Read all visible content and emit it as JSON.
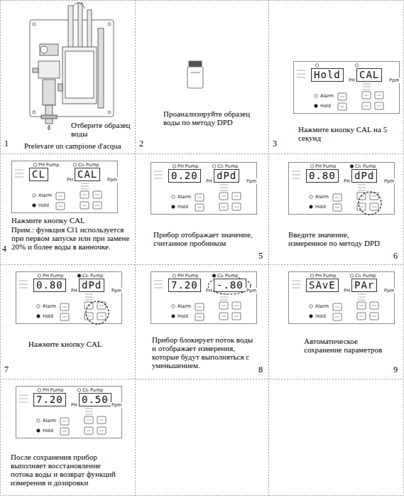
{
  "diagram": {
    "nodes": [
      {
        "text": [
          "Отберите образец воды",
          "1",
          "Prelevare un campione d'acqua"
        ]
      },
      {
        "text": [
          "Проанализируйте образец воды по методу DPD",
          "2"
        ]
      },
      {
        "text": [
          "Нажмите кнопку CAL на 5 секунд",
          "3"
        ]
      },
      {
        "text": [
          "Hold",
          "PH",
          "CAL",
          "Ppm",
          "Alarm",
          "Hold"
        ],
        "in": 2
      },
      {
        "text": [
          "Нажмите кнопку CAL",
          "Прим.: функция Cl1 используется при первом запуске или при замене 20% и более воды в ванночке.",
          "4"
        ]
      },
      {
        "text": [
          "PH Pump",
          "Cl₂ Pump",
          "CL",
          "PH",
          "CAL",
          "Ppm",
          "Alarm",
          "Hold"
        ],
        "in": 4
      },
      {
        "text": [
          "Прибор отображает значение, считанное пробником",
          "5"
        ]
      },
      {
        "text": [
          "PH Pump",
          "Cl₂ Pump",
          "0.20",
          "PH",
          "dPd",
          "Ppm",
          "Alarm",
          "Hold"
        ],
        "in": 6
      },
      {
        "text": [
          "Введите значение, измеренное по методу DPD",
          "6"
        ]
      },
      {
        "text": [
          "PH Pump",
          "Cl₂ Pump",
          "0.80",
          "PH",
          "dPd",
          "Ppm",
          "Alarm",
          "Hold"
        ],
        "in": 8
      },
      {
        "text": [
          "Нажмите кнопку CAL",
          "7"
        ]
      },
      {
        "text": [
          "PH Pump",
          "Cl₂ Pump",
          "0.80",
          "PH",
          "dPd",
          "Ppm",
          "Alarm",
          "Hold"
        ],
        "in": 10
      },
      {
        "text": [
          "Прибор блокирует поток воды и отображает измерения, которые будут выполняться с уменьшением.",
          "8"
        ]
      },
      {
        "text": [
          "PH Pump",
          "Cl₂ Pump",
          "7.20",
          "PH",
          "-.80",
          "Ppm",
          "Alarm",
          "Hold"
        ],
        "in": 12
      },
      {
        "text": [
          "Автоматическое сохранение параметров",
          "9"
        ]
      },
      {
        "text": [
          "PH Pump",
          "Cl₂ Pump",
          "SAvE",
          "PH",
          "PAr",
          "Ppm",
          "Alarm",
          "Hold"
        ],
        "in": 14
      },
      {
        "text": [
          "После сохранения прибор выполняет восстановление потока воды и возврат функций измерения и дозировки"
        ]
      },
      {
        "text": [
          "PH Pump",
          "Cl₂ Pump",
          "7.20",
          "PH",
          "0.50",
          "Ppm",
          "Alarm",
          "Hold"
        ],
        "in": 16
      }
    ]
  }
}
